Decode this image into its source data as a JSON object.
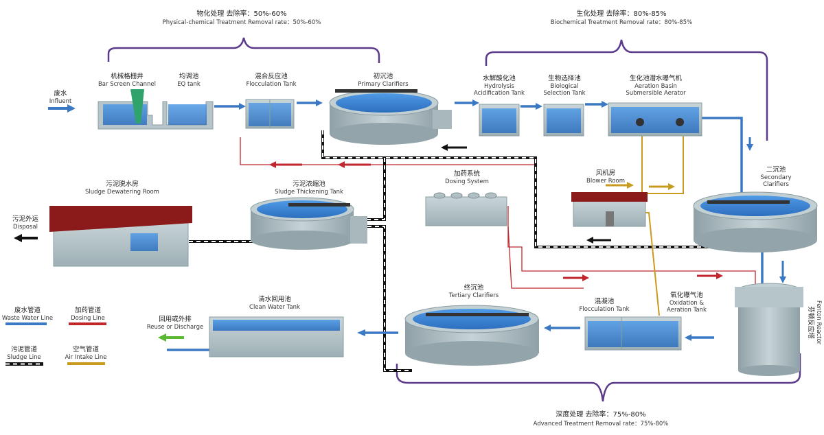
{
  "sections": {
    "physical": {
      "cn": "物化处理 去除率：50%-60%",
      "en": "Physical-chemical Treatment  Removal rate：50%-60%"
    },
    "biochemical": {
      "cn": "生化处理 去除率：80%-85%",
      "en": "Biochemical Treatment  Removal rate：80%-85%"
    },
    "advanced": {
      "cn": "深度处理 去除率：75%-80%",
      "en": "Advanced Treatment  Removal rate：75%-80%"
    }
  },
  "units": {
    "influent": {
      "cn": "废水",
      "en": "Influent"
    },
    "bar_screen": {
      "cn": "机械格栅井",
      "en": "Bar Screen Channel"
    },
    "eq_tank": {
      "cn": "均调池",
      "en": "EQ tank"
    },
    "flocculation_1": {
      "cn": "混合反应池",
      "en": "Flocculation Tank"
    },
    "primary_clarifier": {
      "cn": "初沉池",
      "en": "Primary Clarifiers"
    },
    "hydrolysis": {
      "cn": "水解酸化池",
      "en1": "Hydrolysis",
      "en2": "Acidification Tank"
    },
    "bio_selection": {
      "cn": "生物选择池",
      "en1": "Biological",
      "en2": "Selection Tank"
    },
    "aeration": {
      "cn": "生化池潜水曝气机",
      "en1": "Aeration Basin",
      "en2": "Submersible Aerator"
    },
    "secondary": {
      "cn": "二沉池",
      "en1": "Secondary",
      "en2": "Clarifiers"
    },
    "dosing": {
      "cn": "加药系统",
      "en": "Dosing System"
    },
    "blower": {
      "cn": "风机房",
      "en": "Blower Room"
    },
    "sludge_thickening": {
      "cn": "污泥浓缩池",
      "en": "Sludge Thickening Tank"
    },
    "sludge_dewatering": {
      "cn": "污泥脱水房",
      "en": "Sludge Dewatering Room"
    },
    "disposal": {
      "cn": "污泥外运",
      "en": "Disposal"
    },
    "fenton": {
      "cn": "芬顿反应塔",
      "en": "Fenton Reactor"
    },
    "oxidation": {
      "cn": "氧化曝气池",
      "en1": "Oxidation &",
      "en2": "Aeration Tank"
    },
    "flocculation_2": {
      "cn": "混凝池",
      "en": "Flocculation Tank"
    },
    "tertiary": {
      "cn": "终沉池",
      "en": "Tertiary Clarifiers"
    },
    "clean_water": {
      "cn": "清水回用池",
      "en": "Clean Water Tank"
    },
    "reuse": {
      "cn": "回用或外排",
      "en": "Reuse or Discharge"
    }
  },
  "legend": {
    "waste_water": {
      "cn": "废水管道",
      "en": "Waste Water Line",
      "color": "#3b78c4"
    },
    "dosing": {
      "cn": "加药管道",
      "en": "Dosing Line",
      "color": "#c0262c"
    },
    "sludge": {
      "cn": "污泥管道",
      "en": "Sludge Line",
      "color": "#111111"
    },
    "air": {
      "cn": "空气管道",
      "en": "Air Intake Line",
      "color": "#c89a1e"
    }
  },
  "colors": {
    "tank_wall": "#a9b8bd",
    "water": "#3c86d6",
    "roof": "#8b1a1a",
    "bracket": "#5b3a8c",
    "discharge_arrow": "#5cb832"
  }
}
